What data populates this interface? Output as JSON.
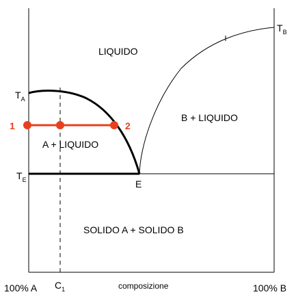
{
  "diagram": {
    "regions": {
      "liquid": "LIQUIDO",
      "b_plus_liquid": "B + LIQUIDO",
      "a_plus_liquid": "A + LIQUIDO",
      "solid": "SOLIDO A + SOLIDO B"
    },
    "axis": {
      "left_end": "100% A",
      "right_end": "100% B",
      "xlabel": "composizione"
    },
    "labels": {
      "ta_main": "T",
      "ta_sub": "A",
      "te_main": "T",
      "te_sub": "E",
      "tb_main": "T",
      "tb_sub": "B",
      "c1_main": "C",
      "c1_sub": "1",
      "eutectic": "E",
      "point1": "1",
      "point2": "2"
    },
    "colors": {
      "accent": "#e8401c",
      "line": "#000000"
    }
  }
}
